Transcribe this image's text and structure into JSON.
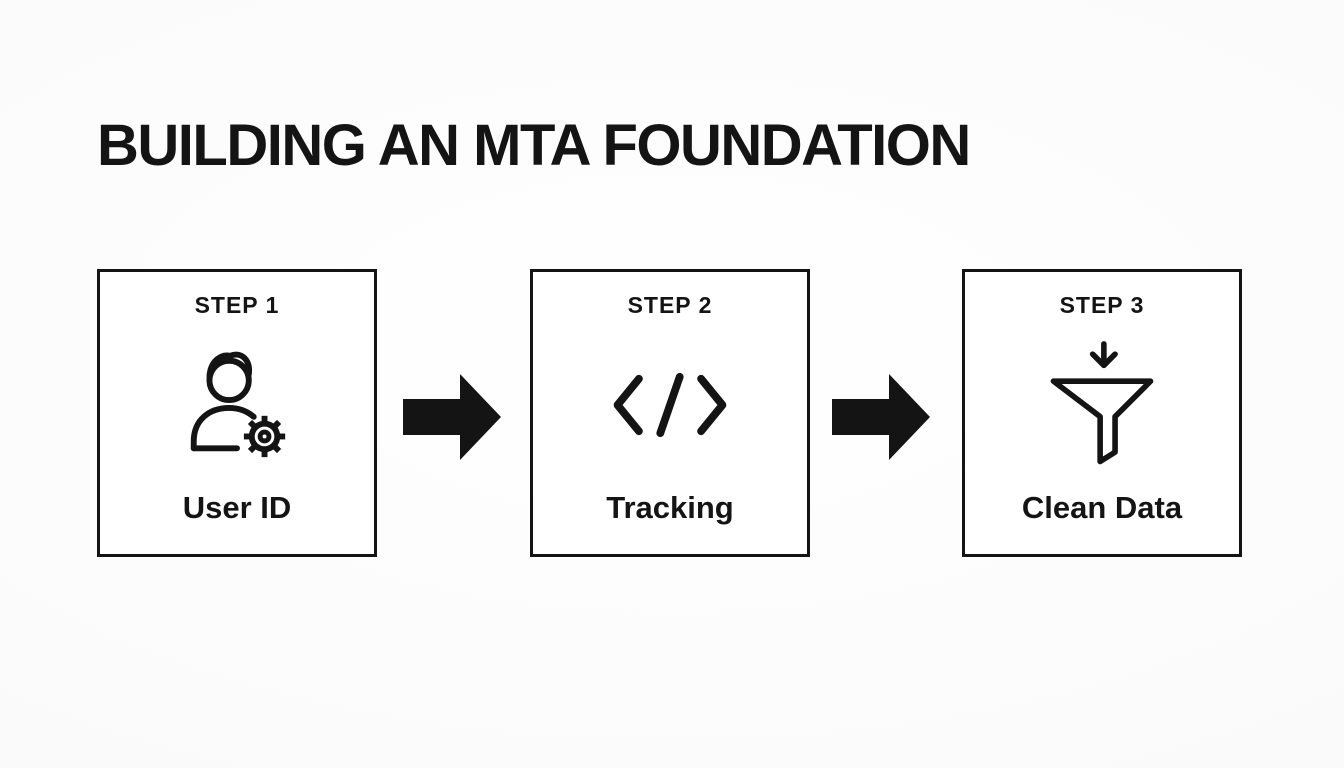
{
  "title": "BUILDING AN MTA FOUNDATION",
  "steps": [
    {
      "step_label": "STEP 1",
      "icon": "user-gear-icon",
      "label": "User ID"
    },
    {
      "step_label": "STEP 2",
      "icon": "code-icon",
      "label": "Tracking"
    },
    {
      "step_label": "STEP 3",
      "icon": "funnel-arrow-icon",
      "label": "Clean Data"
    }
  ],
  "colors": {
    "foreground": "#141414",
    "background": "#fbfbfb",
    "box_background": "#ffffff"
  }
}
